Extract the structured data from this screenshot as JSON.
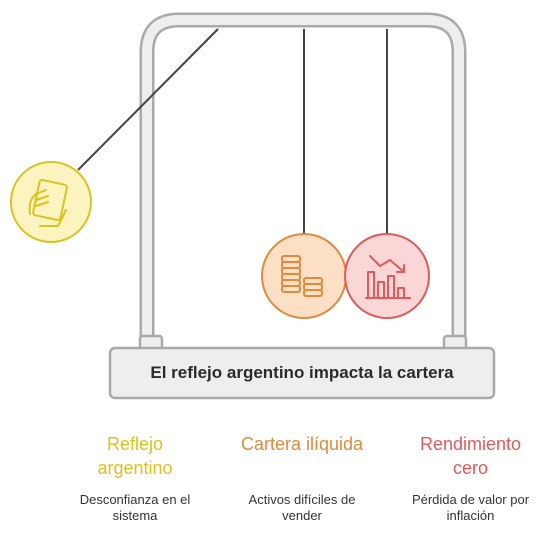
{
  "title": "El reflejo argentino impacta la cartera",
  "items": [
    {
      "heading_line1": "Reflejo",
      "heading_line2": "argentino",
      "desc_line1": "Desconfianza en el",
      "desc_line2": "sistema",
      "color": "#d9c31c",
      "fill": "#fbf4c0",
      "icon": "hand-holding-phone-icon"
    },
    {
      "heading_line1": "Cartera ilíquida",
      "heading_line2": "",
      "desc_line1": "Activos difíciles de",
      "desc_line2": "vender",
      "color": "#e08a3c",
      "fill": "#fbe0c6",
      "icon": "coin-stacks-icon"
    },
    {
      "heading_line1": "Rendimiento",
      "heading_line2": "cero",
      "desc_line1": "Pérdida de valor por",
      "desc_line2": "inflación",
      "color": "#e05a5a",
      "fill": "#fbd6d6",
      "icon": "declining-chart-icon"
    }
  ],
  "frame_color": "#cfcfcf"
}
